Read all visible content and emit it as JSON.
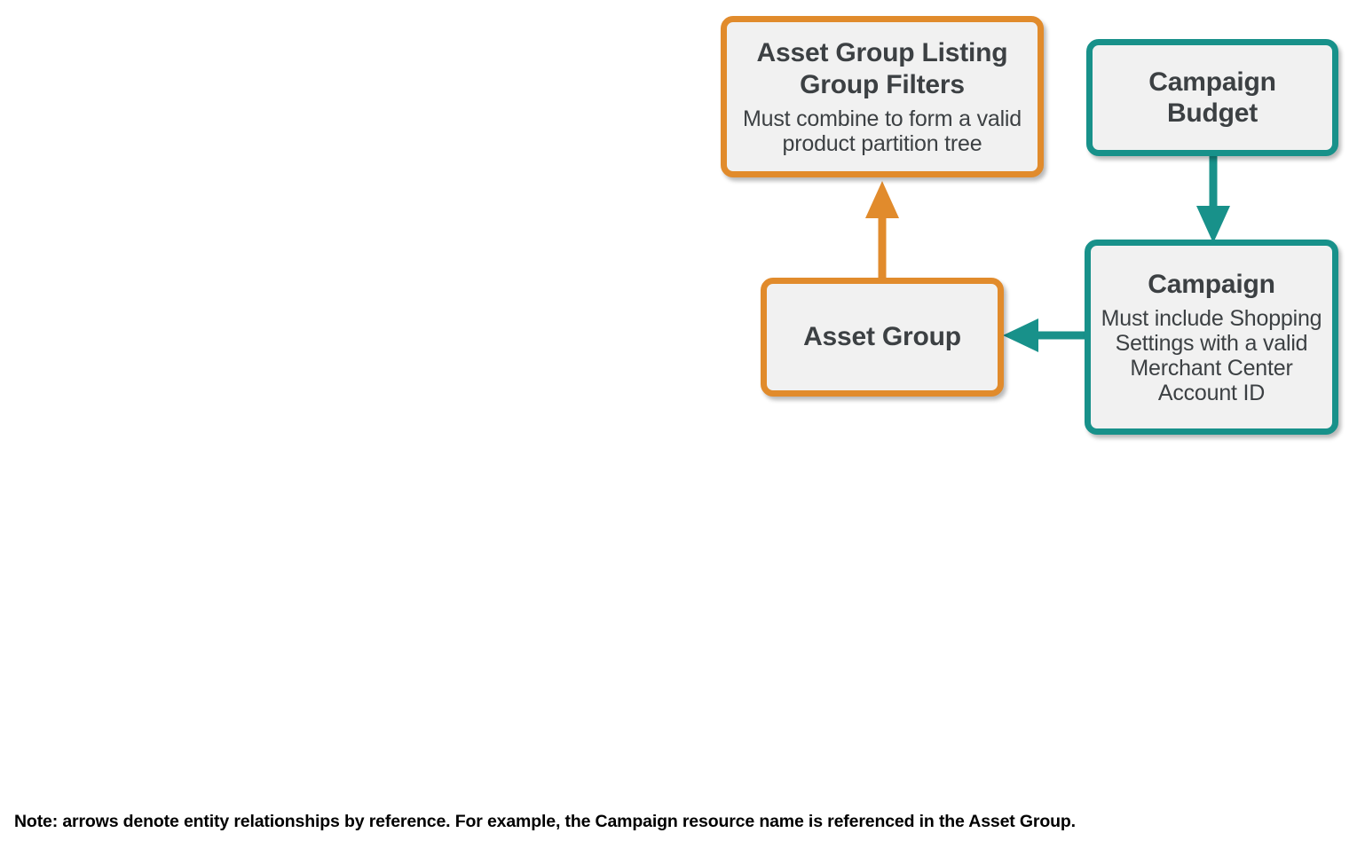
{
  "diagram": {
    "title_hidden": "",
    "colors": {
      "orange": "#e18b2c",
      "teal": "#18918a",
      "node_fill": "#f1f1f1",
      "text": "#3c4043",
      "background": "#ffffff",
      "note_text": "#000000"
    },
    "nodes": [
      {
        "id": "asset-group-listing-group-filters",
        "title": "Asset Group Listing Group Filters",
        "subtitle": "Must combine to form a valid product partition tree",
        "accent": "orange"
      },
      {
        "id": "campaign-budget",
        "title": "Campaign Budget",
        "subtitle": "",
        "accent": "teal"
      },
      {
        "id": "asset-group",
        "title": "Asset Group",
        "subtitle": "",
        "accent": "orange"
      },
      {
        "id": "campaign",
        "title": "Campaign",
        "subtitle": "Must include Shopping Settings with a valid Merchant Center Account ID",
        "accent": "teal"
      }
    ],
    "edges": [
      {
        "id": "asset-group-to-listing-group-filters",
        "from": "asset-group",
        "to": "asset-group-listing-group-filters",
        "direction": "up",
        "color": "orange"
      },
      {
        "id": "campaign-budget-to-campaign",
        "from": "campaign-budget",
        "to": "campaign",
        "direction": "down",
        "color": "teal"
      },
      {
        "id": "campaign-to-asset-group",
        "from": "campaign",
        "to": "asset-group",
        "direction": "left",
        "color": "teal"
      }
    ],
    "note": "Note: arrows denote entity relationships by reference. For example, the Campaign resource name is referenced in the Asset Group."
  }
}
